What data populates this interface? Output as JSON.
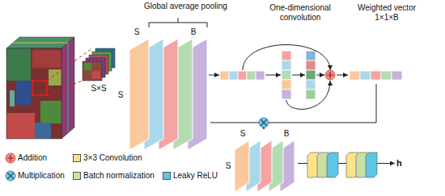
{
  "diagram": {
    "nodes": [
      {
        "text": [
          "S×S"
        ]
      },
      {
        "text": [
          "S",
          "S",
          "B"
        ]
      },
      {
        "text": [
          "One-dimensional convolution"
        ]
      },
      {
        "text": [
          "Weighted vector 1×1×B"
        ]
      },
      {
        "text": [
          "S",
          "S",
          "B"
        ]
      },
      {
        "text": [
          "h"
        ]
      }
    ],
    "edges": [
      {
        "from": 2,
        "to": 3,
        "arrow": "to"
      },
      {
        "from": 1,
        "to": 4,
        "arrow": "to"
      },
      {
        "from": 3,
        "to": 4,
        "arrow": "to"
      },
      {
        "from": 4,
        "to": 5,
        "arrow": "to"
      }
    ],
    "labels": [
      "Global average pooling"
    ],
    "legend": [
      {
        "text": "Addition"
      },
      {
        "text": "Multiplication"
      },
      {
        "text": "3×3 Convolution",
        "color": "#fce38a"
      },
      {
        "text": "Batch normalization",
        "color": "#c9e2a3"
      },
      {
        "text": "Leaky ReLU",
        "color": "#5cc6e4"
      }
    ]
  }
}
